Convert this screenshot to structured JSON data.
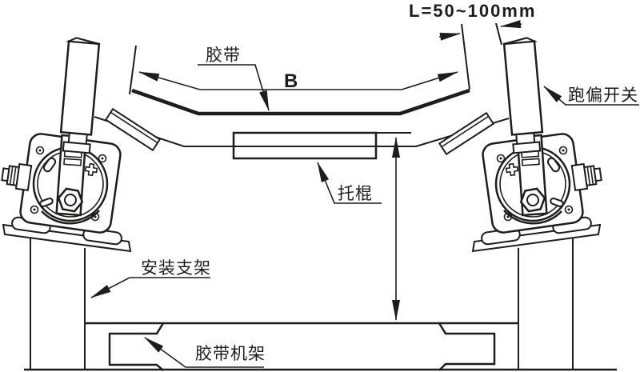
{
  "diagram": {
    "type": "technical-line-drawing",
    "subject": "belt conveyor deviation switch installation",
    "labels": {
      "gap_dimension": "L=50~100mm",
      "belt": "胶带",
      "belt_width": "B",
      "deviation_switch": "跑偏开关",
      "idler_roller": "托棍",
      "mounting_bracket": "安装支架",
      "conveyor_frame": "胶带机架"
    },
    "colors": {
      "line": "#1d1d1b",
      "background": "#ffffff"
    }
  }
}
